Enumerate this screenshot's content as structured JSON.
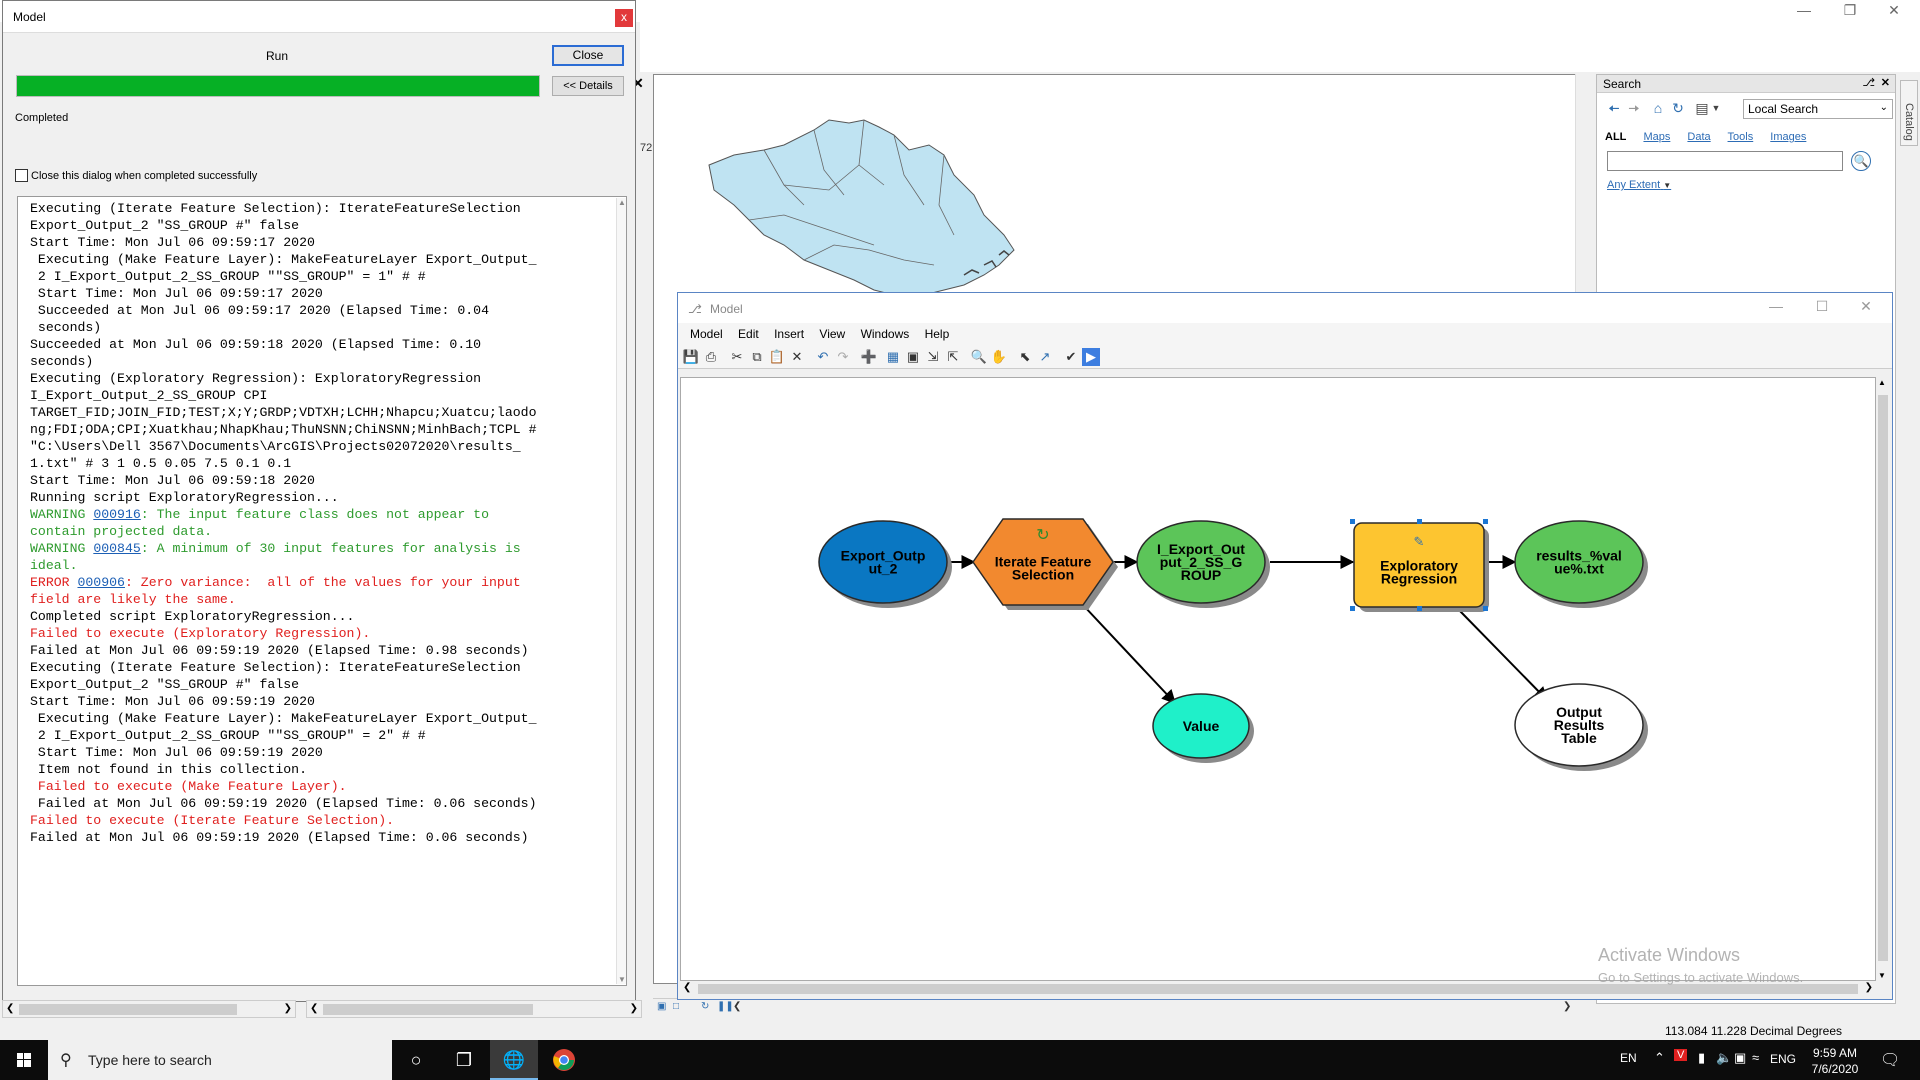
{
  "arcmap": {
    "partial_number": "72",
    "status_coords": "113.084  11.228 Decimal Degrees"
  },
  "search_panel": {
    "title": "Search",
    "scope_select": "Local Search",
    "tabs": [
      "ALL",
      "Maps",
      "Data",
      "Tools",
      "Images"
    ],
    "extent_link": "Any Extent",
    "catalog_tab": "Catalog"
  },
  "run_dialog": {
    "title": "Model",
    "close_x": "x",
    "run_label": "Run",
    "close_button": "Close",
    "details_button": "<< Details",
    "progress": 1.0,
    "status": "Completed",
    "checkbox_label": "Close this dialog when completed successfully",
    "log": [
      {
        "type": "normal",
        "text": "Executing (Iterate Feature Selection): IterateFeatureSelection"
      },
      {
        "type": "normal",
        "text": "Export_Output_2 \"SS_GROUP #\" false"
      },
      {
        "type": "normal",
        "text": "Start Time: Mon Jul 06 09:59:17 2020"
      },
      {
        "type": "normal",
        "text": " Executing (Make Feature Layer): MakeFeatureLayer Export_Output_"
      },
      {
        "type": "normal",
        "text": " 2 I_Export_Output_2_SS_GROUP \"\"SS_GROUP\" = 1\" # #"
      },
      {
        "type": "normal",
        "text": " Start Time: Mon Jul 06 09:59:17 2020"
      },
      {
        "type": "normal",
        "text": " Succeeded at Mon Jul 06 09:59:17 2020 (Elapsed Time: 0.04"
      },
      {
        "type": "normal",
        "text": " seconds)"
      },
      {
        "type": "normal",
        "text": "Succeeded at Mon Jul 06 09:59:18 2020 (Elapsed Time: 0.10"
      },
      {
        "type": "normal",
        "text": "seconds)"
      },
      {
        "type": "normal",
        "text": "Executing (Exploratory Regression): ExploratoryRegression"
      },
      {
        "type": "normal",
        "text": "I_Export_Output_2_SS_GROUP CPI"
      },
      {
        "type": "normal",
        "text": "TARGET_FID;JOIN_FID;TEST;X;Y;GRDP;VDTXH;LCHH;Nhapcu;Xuatcu;laodo"
      },
      {
        "type": "normal",
        "text": "ng;FDI;ODA;CPI;Xuatkhau;NhapKhau;ThuNSNN;ChiNSNN;MinhBach;TCPL #"
      },
      {
        "type": "normal",
        "text": "\"C:\\Users\\Dell 3567\\Documents\\ArcGIS\\Projects02072020\\results_"
      },
      {
        "type": "normal",
        "text": "1.txt\" # 3 1 0.5 0.05 7.5 0.1 0.1"
      },
      {
        "type": "normal",
        "text": "Start Time: Mon Jul 06 09:59:18 2020"
      },
      {
        "type": "normal",
        "text": "Running script ExploratoryRegression..."
      },
      {
        "type": "warning",
        "prefix": "WARNING ",
        "link": "000916",
        "text": ": The input feature class does not appear to"
      },
      {
        "type": "warning",
        "text": "contain projected data."
      },
      {
        "type": "warning",
        "prefix": "WARNING ",
        "link": "000845",
        "text": ": A minimum of 30 input features for analysis is"
      },
      {
        "type": "warning",
        "text": "ideal."
      },
      {
        "type": "error",
        "prefix": "ERROR ",
        "link": "000906",
        "text": ": Zero variance:  all of the values for your input"
      },
      {
        "type": "error",
        "text": "field are likely the same."
      },
      {
        "type": "normal",
        "text": "Completed script ExploratoryRegression..."
      },
      {
        "type": "error",
        "text": "Failed to execute (Exploratory Regression)."
      },
      {
        "type": "normal",
        "text": "Failed at Mon Jul 06 09:59:19 2020 (Elapsed Time: 0.98 seconds)"
      },
      {
        "type": "normal",
        "text": "Executing (Iterate Feature Selection): IterateFeatureSelection"
      },
      {
        "type": "normal",
        "text": "Export_Output_2 \"SS_GROUP #\" false"
      },
      {
        "type": "normal",
        "text": "Start Time: Mon Jul 06 09:59:19 2020"
      },
      {
        "type": "normal",
        "text": " Executing (Make Feature Layer): MakeFeatureLayer Export_Output_"
      },
      {
        "type": "normal",
        "text": " 2 I_Export_Output_2_SS_GROUP \"\"SS_GROUP\" = 2\" # #"
      },
      {
        "type": "normal",
        "text": " Start Time: Mon Jul 06 09:59:19 2020"
      },
      {
        "type": "normal",
        "text": " Item not found in this collection."
      },
      {
        "type": "error",
        "text": " Failed to execute (Make Feature Layer)."
      },
      {
        "type": "normal",
        "text": " Failed at Mon Jul 06 09:59:19 2020 (Elapsed Time: 0.06 seconds)"
      },
      {
        "type": "error",
        "text": "Failed to execute (Iterate Feature Selection)."
      },
      {
        "type": "normal",
        "text": "Failed at Mon Jul 06 09:59:19 2020 (Elapsed Time: 0.06 seconds)"
      }
    ]
  },
  "model_builder": {
    "title": "Model",
    "menu": [
      "Model",
      "Edit",
      "Insert",
      "View",
      "Windows",
      "Help"
    ],
    "toolbar_icons": [
      "save-icon",
      "print-icon",
      "cut-icon",
      "copy-icon",
      "paste-icon",
      "delete-icon",
      "undo-icon",
      "redo-icon",
      "add-data-icon",
      "auto-layout-icon",
      "full-extent-icon",
      "fixed-zoom-in-icon",
      "fixed-zoom-out-icon",
      "zoom-in-icon",
      "pan-icon",
      "select-icon",
      "connect-icon",
      "validate-icon",
      "run-icon"
    ],
    "nodes": {
      "export_output": {
        "label": "Export_Outp|ut_2",
        "color": "#0a77c2"
      },
      "iterate": {
        "label": "Iterate Feature|Selection",
        "color": "#f2892f"
      },
      "i_export": {
        "label": "I_Export_Out|put_2_SS_G|ROUP",
        "color": "#5cc559"
      },
      "value": {
        "label": "Value",
        "color": "#1ff0c9"
      },
      "exploratory": {
        "label": "Exploratory|Regression",
        "color": "#fdc530"
      },
      "results": {
        "label": "results_%val|ue%.txt",
        "color": "#5cc559"
      },
      "output_table": {
        "label": "Output|Results|Table",
        "color": "#ffffff"
      }
    }
  },
  "watermark": {
    "title": "Activate Windows",
    "subtitle": "Go to Settings to activate Windows."
  },
  "taskbar": {
    "search_placeholder": "Type here to search",
    "lang_indicator": "EN",
    "lang_full": "ENG",
    "time": "9:59 AM",
    "date": "7/6/2020"
  },
  "colors": {
    "progress_fill": "#06b025",
    "map_fill": "#bfe3f2",
    "close_red": "#e2393b",
    "taskbar": "#0c0c0c"
  }
}
